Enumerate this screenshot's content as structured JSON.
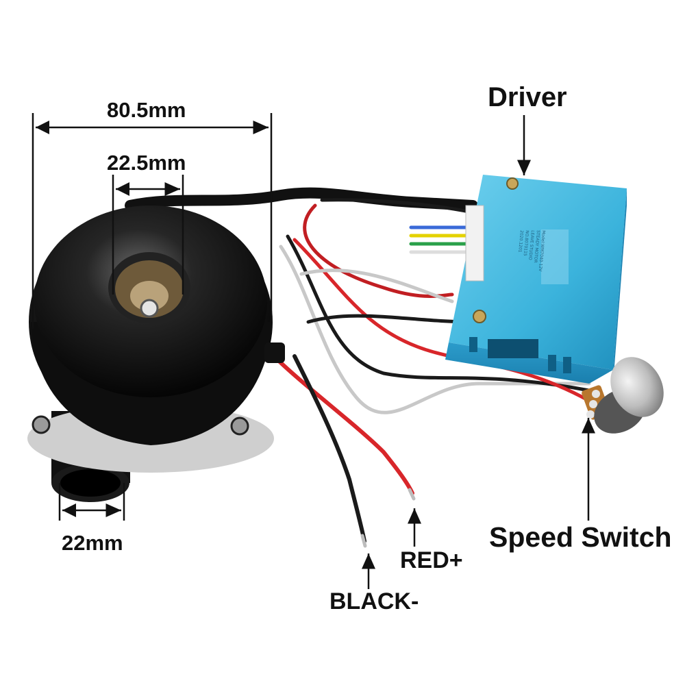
{
  "labels": {
    "dim_outer": "80.5mm",
    "dim_inlet": "22.5mm",
    "dim_outlet": "22mm",
    "driver": "Driver",
    "speed_switch": "Speed Switch",
    "red_wire": "RED+",
    "black_wire": "BLACK-"
  },
  "driver_plate_text": [
    "Model:WM7040-12V",
    "STEADY MOTOR",
    "LEAVE STUDIO",
    "NO.8070115",
    "2020.1201"
  ],
  "colors": {
    "background": "#ffffff",
    "text": "#111111",
    "blower_body": "#141414",
    "driver_housing": "#3bb3dc",
    "red_wire": "#d8262a",
    "black_wire": "#1a1a1a",
    "grey_wire": "#c8c8c8",
    "knob": "#c8c8c8"
  },
  "objects": [
    "blower-icon",
    "driver-box-icon",
    "speed-knob-icon",
    "red-wire-icon",
    "black-wire-icon"
  ]
}
